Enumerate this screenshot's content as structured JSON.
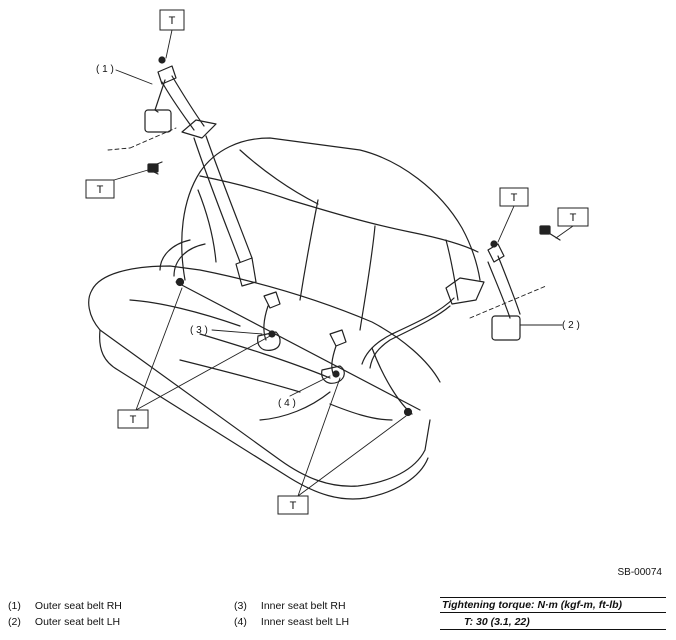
{
  "diagram": {
    "torque_marker": "T",
    "callouts": {
      "c1": "( 1 )",
      "c2": "( 2 )",
      "c3": "( 3 )",
      "c4": "( 4 )"
    }
  },
  "figure_code": "SB-00074",
  "legend": {
    "left": [
      {
        "num": "(1)",
        "label": "Outer seat belt RH"
      },
      {
        "num": "(2)",
        "label": "Outer seat belt LH"
      }
    ],
    "right": [
      {
        "num": "(3)",
        "label": "Inner seat belt RH"
      },
      {
        "num": "(4)",
        "label": "Inner seast belt LH"
      }
    ]
  },
  "torque": {
    "header": "Tightening torque: N·m (kgf-m, ft-lb)",
    "value": "T:   30 (3.1, 22)"
  }
}
